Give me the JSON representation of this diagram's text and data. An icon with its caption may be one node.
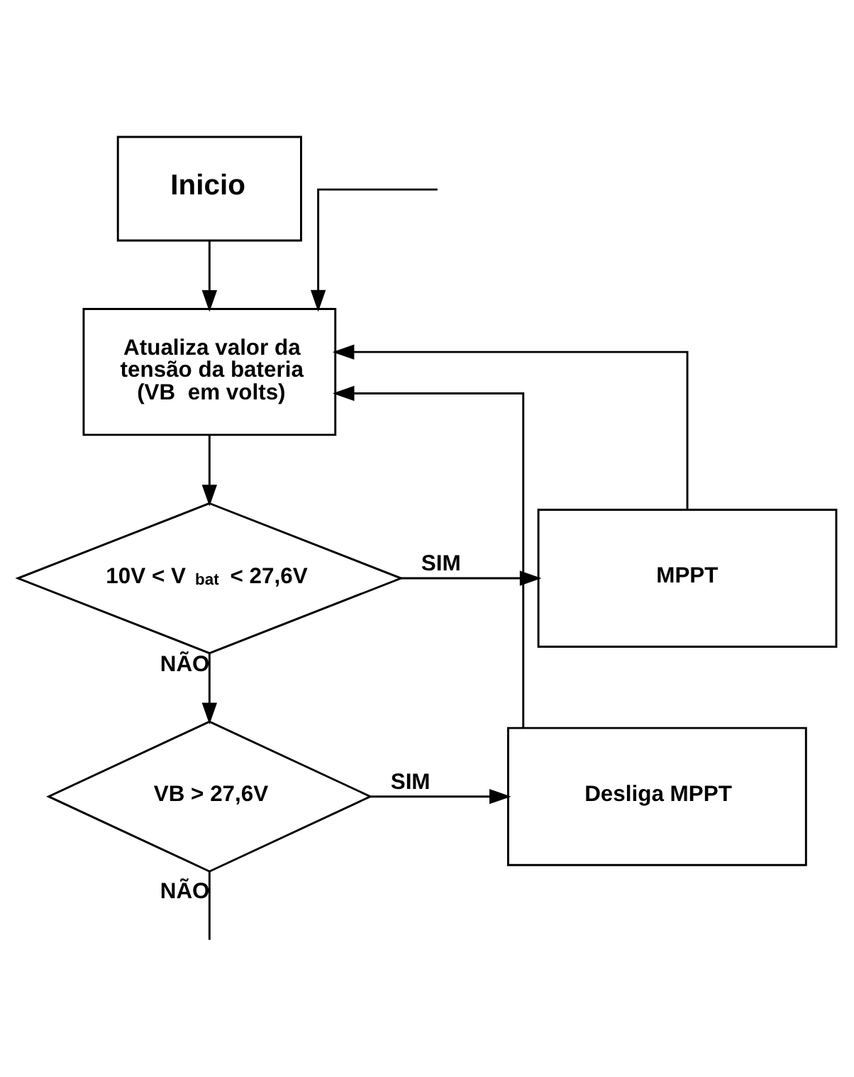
{
  "diagram": {
    "nodes": [
      {
        "text": [
          "Inicio"
        ]
      },
      {
        "text": [
          "Atualiza valor da tensão da bateria (VB  em volts)"
        ]
      },
      {
        "text": [
          "10V < V$_{bat}$ < 27,6V"
        ]
      },
      {
        "text": [
          "MPPT"
        ]
      },
      {
        "text": [
          "VB > 27,6V"
        ]
      },
      {
        "text": [
          "Desliga MPPT"
        ]
      }
    ],
    "edges": [
      {
        "from": 0,
        "to": 1,
        "arrow": "to"
      },
      {
        "from": 1,
        "to": 2,
        "arrow": "to"
      },
      {
        "from": 2,
        "to": 3,
        "arrow": "to",
        "label": "SIM"
      },
      {
        "from": 2,
        "to": 4,
        "arrow": "to",
        "label": "NÃO"
      },
      {
        "from": 4,
        "to": 5,
        "arrow": "to",
        "label": "SIM"
      },
      {
        "from": 3,
        "to": 1,
        "arrow": "to"
      },
      {
        "from": 5,
        "to": 1,
        "arrow": "to"
      },
      {
        "from": 4,
        "to": null,
        "arrow": "none",
        "label": "NÃO"
      },
      {
        "from": null,
        "to": 1,
        "arrow": "to"
      }
    ]
  }
}
